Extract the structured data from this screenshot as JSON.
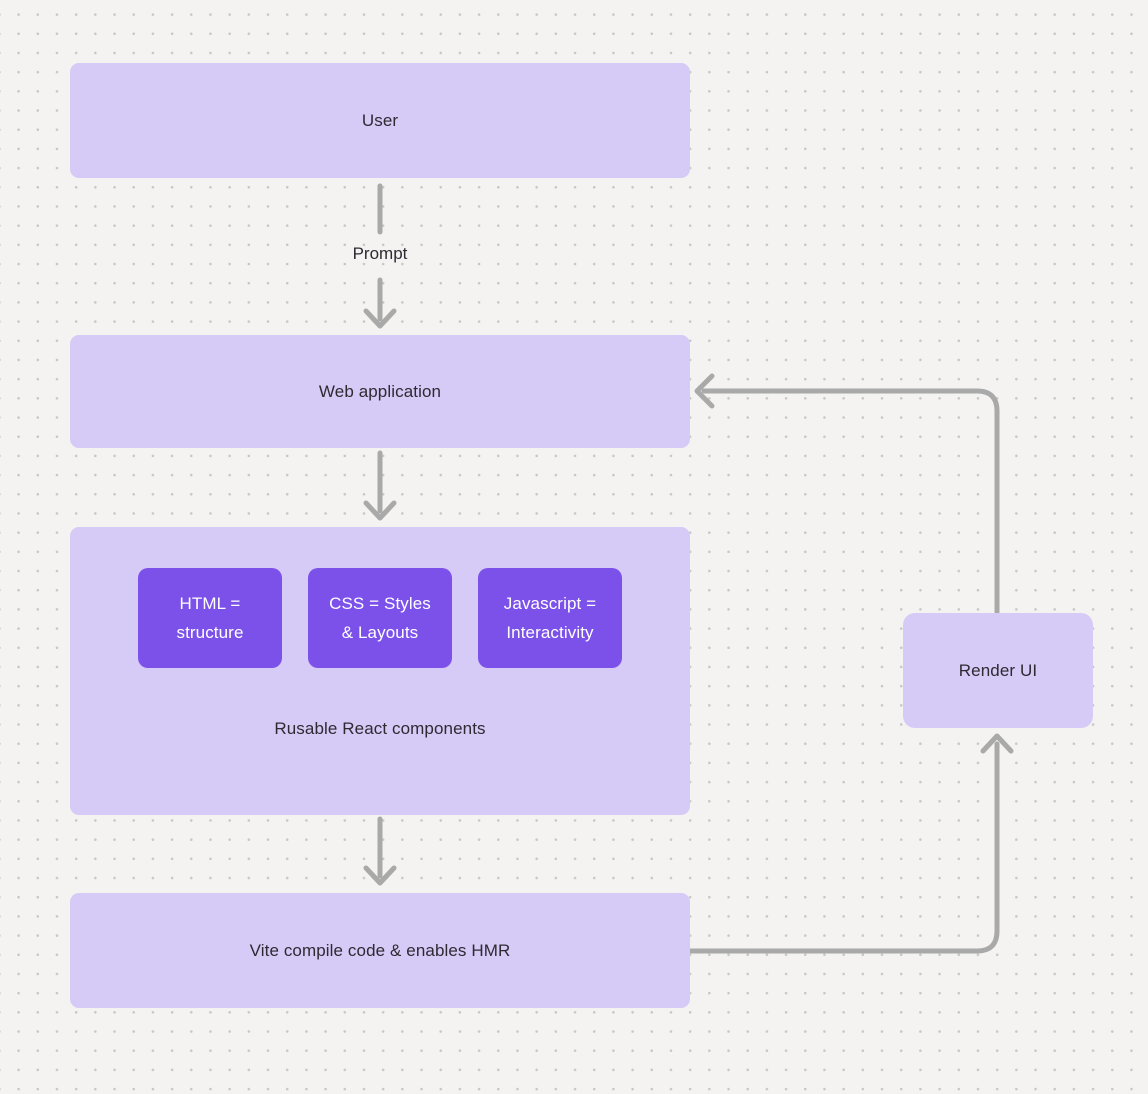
{
  "colors": {
    "background": "#F4F3F1",
    "dot": "#C8C7C5",
    "node_fill_light": "#D6CAF6",
    "node_fill_dark": "#7B51EA",
    "arrow": "#A9A9A9",
    "text_dark": "#2D2A32",
    "text_light": "#FFFFFF"
  },
  "diagram": {
    "nodes": {
      "user": {
        "label": "User"
      },
      "web_application": {
        "label": "Web application"
      },
      "components_group": {
        "caption": "Rusable React components",
        "children": [
          {
            "label": "HTML =\nstructure"
          },
          {
            "label": "CSS = Styles\n& Layouts"
          },
          {
            "label": "Javascript =\nInteractivity"
          }
        ]
      },
      "vite": {
        "label": "Vite compile code & enables HMR"
      },
      "render_ui": {
        "label": "Render UI"
      }
    },
    "edges": {
      "user_to_web_application": {
        "label": "Prompt",
        "from": "User",
        "to": "Web application"
      },
      "web_application_to_components": {
        "from": "Web application",
        "to": "Rusable React components"
      },
      "components_to_vite": {
        "from": "Rusable React components",
        "to": "Vite compile code & enables HMR"
      },
      "vite_to_render_ui": {
        "from": "Vite compile code & enables HMR",
        "to": "Render UI"
      },
      "render_ui_to_web_application": {
        "from": "Render UI",
        "to": "Web application"
      }
    }
  }
}
